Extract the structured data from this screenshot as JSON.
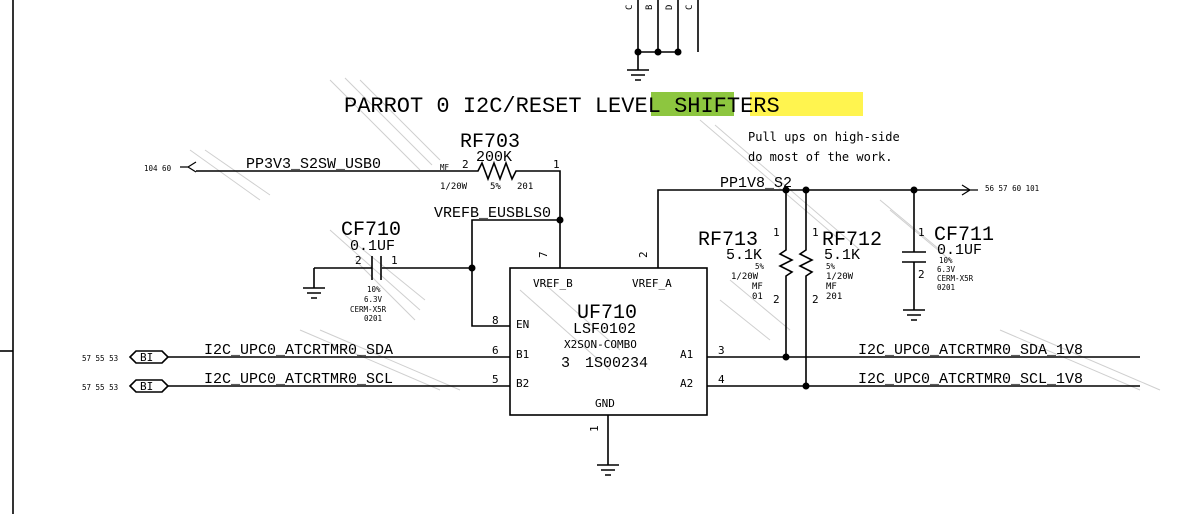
{
  "title": {
    "prefix": "PARROT 0 I2C/RESET ",
    "hl1": "LEVEL",
    "space": " ",
    "hl2": "SHIFTER",
    "suffix": "S",
    "hl1_color": "#8dc63f",
    "hl2_color": "#fff44f"
  },
  "note": {
    "line1": "Pull ups on high-side",
    "line2": "do most of the work."
  },
  "top_letters": [
    "C",
    "B",
    "D",
    "C"
  ],
  "ic": {
    "ref": "UF710",
    "part": "LSF0102",
    "package": "X2SON-COMBO",
    "pn_prefix": "3",
    "pn": "1S00234",
    "pins": {
      "vref_b": "VREF_B",
      "vref_a": "VREF_A",
      "en": "EN",
      "b1": "B1",
      "b2": "B2",
      "a1": "A1",
      "a2": "A2",
      "gnd": "GND"
    },
    "pin_numbers": {
      "vref_b": "7",
      "vref_a": "2",
      "en": "8",
      "b1": "6",
      "b2": "5",
      "a1": "3",
      "a2": "4",
      "gnd": "1"
    }
  },
  "rf703": {
    "ref": "RF703",
    "value": "200K",
    "pin_left": "2",
    "pin_right": "1",
    "mf": "MF",
    "power": "1/20W",
    "tol": "5%",
    "size": "201"
  },
  "rf713": {
    "ref": "RF713",
    "value": "5.1K",
    "tol": "5%",
    "power": "1/20W",
    "mf": "MF",
    "size": "01",
    "pin_top": "1",
    "pin_bot": "2"
  },
  "rf712": {
    "ref": "RF712",
    "value": "5.1K",
    "tol": "5%",
    "power": "1/20W",
    "mf": "MF",
    "size": "201",
    "pin_top": "1",
    "pin_bot": "2"
  },
  "cf710": {
    "ref": "CF710",
    "value": "0.1UF",
    "pin_left": "2",
    "pin_right": "1",
    "tol": "10%",
    "volt": "6.3V",
    "dielectric": "CERM-X5R",
    "size": "0201"
  },
  "cf711": {
    "ref": "CF711",
    "value": "0.1UF",
    "pin_top": "1",
    "pin_bot": "2",
    "tol": "10%",
    "volt": "6.3V",
    "dielectric": "CERM-X5R",
    "size": "0201"
  },
  "nets": {
    "pp3v3": "PP3V3_S2SW_USB0",
    "pp3v3_refs": "104 60",
    "vrefb": "VREFB_EUSBLS0",
    "pp1v8": "PP1V8_S2",
    "pp1v8_refs": "56 57 60 101",
    "sda": "I2C_UPC0_ATCRTMR0_SDA",
    "scl": "I2C_UPC0_ATCRTMR0_SCL",
    "sda_refs": "57 55 53",
    "scl_refs": "57 55 53",
    "sda_port": "BI",
    "scl_port": "BI",
    "sda_1v8": "I2C_UPC0_ATCRTMR0_SDA_1V8",
    "scl_1v8": "I2C_UPC0_ATCRTMR0_SCL_1V8"
  }
}
